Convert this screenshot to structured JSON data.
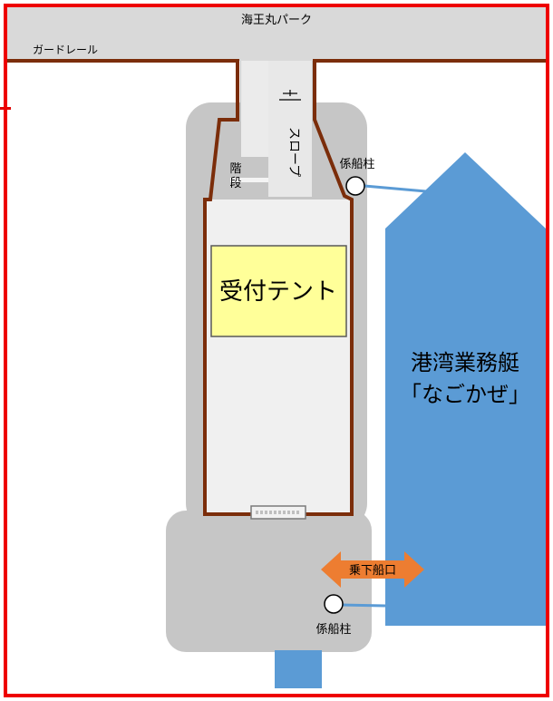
{
  "labels": {
    "park": "海王丸パーク",
    "guardrail": "ガードレール",
    "stairs_top": "階",
    "stairs_bottom": "段",
    "slope": "スロープ",
    "bollard_upper": "係船柱",
    "bollard_lower": "係船柱",
    "tent": "受付テント",
    "boat_line1": "港湾業務艇",
    "boat_line2": "「なごかぜ」",
    "boarding": "乗下船口"
  },
  "colors": {
    "frame": "#ee0000",
    "park": "#d9d9d9",
    "rail": "#7b2d0a",
    "pier": "#c6c6c6",
    "deck": "#f0f0f0",
    "tent_fill": "#ffff99",
    "boat": "#5b9bd5",
    "arrow": "#ed7d31",
    "rope": "#5b9bd5"
  }
}
